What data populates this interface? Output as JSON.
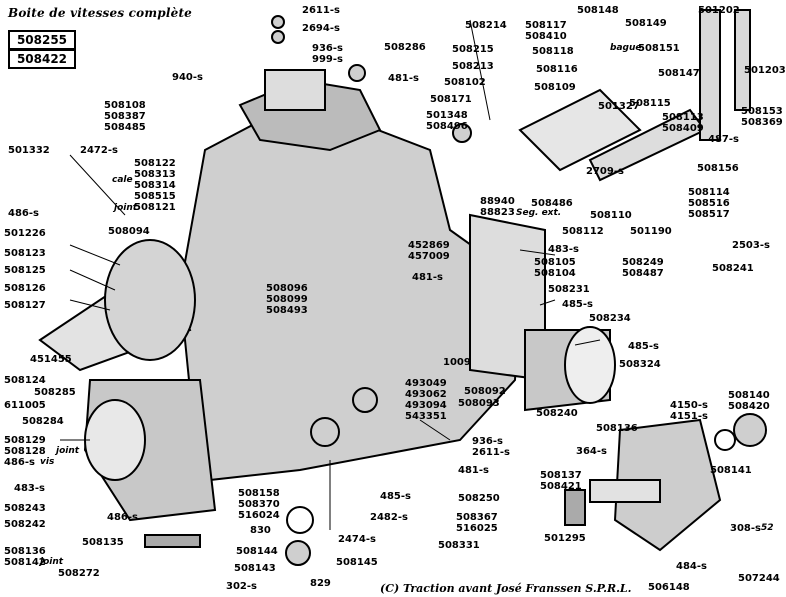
{
  "title": "Boite de vitesses complète",
  "codes": [
    "508255",
    "508422"
  ],
  "copyright": "(C) Traction avant José Franssen S.P.R.L.",
  "labels": [
    "2611-s",
    "2694-s",
    "936-s",
    "999-s",
    "508286",
    "940-s",
    "481-s",
    "508214",
    "508117",
    "508410",
    "508148",
    "508149",
    "501202",
    "508215",
    "508118",
    "bague",
    "508151",
    "501203",
    "508213",
    "508116",
    "508147",
    "508108",
    "508387",
    "508485",
    "508102",
    "508109",
    "501327",
    "508115",
    "501332",
    "2472-s",
    "508122",
    "508313",
    "508314",
    "508515",
    "508121",
    "cale",
    "joint",
    "508171",
    "501348",
    "508496",
    "508113",
    "508409",
    "508153",
    "508369",
    "487-s",
    "2709-s",
    "508156",
    "486-s",
    "508094",
    "88940",
    "88823",
    "Seg. ext.",
    "508486",
    "508114",
    "508516",
    "508517",
    "501226",
    "508110",
    "501190",
    "508112",
    "2503-s",
    "508123",
    "452869",
    "457009",
    "483-s",
    "508105",
    "508249",
    "508487",
    "508241",
    "508125",
    "481-s",
    "508104",
    "508126",
    "508096",
    "508099",
    "508493",
    "508231",
    "485-s",
    "508127",
    "508234",
    "485-s",
    "508324",
    "451455",
    "1009",
    "508124",
    "508285",
    "508092",
    "508093",
    "611005",
    "493049",
    "493062",
    "493094",
    "543351",
    "508240",
    "508140",
    "508284",
    "4150-s",
    "4151-s",
    "508420",
    "508136",
    "508129",
    "508128",
    "joint",
    "486-s",
    "vis",
    "364-s",
    "936-s",
    "2611-s",
    "481-s",
    "483-s",
    "508158",
    "508370",
    "516024",
    "508137",
    "508421",
    "508141",
    "508243",
    "485-s",
    "508250",
    "508242",
    "486-s",
    "2482-s",
    "830",
    "508367",
    "516025",
    "501295",
    "308-s",
    "52",
    "508135",
    "2474-s",
    "508331",
    "508136",
    "508142",
    "joint",
    "508144",
    "484-s",
    "508272",
    "508143",
    "508145",
    "829",
    "302-s",
    "506148",
    "507244"
  ]
}
